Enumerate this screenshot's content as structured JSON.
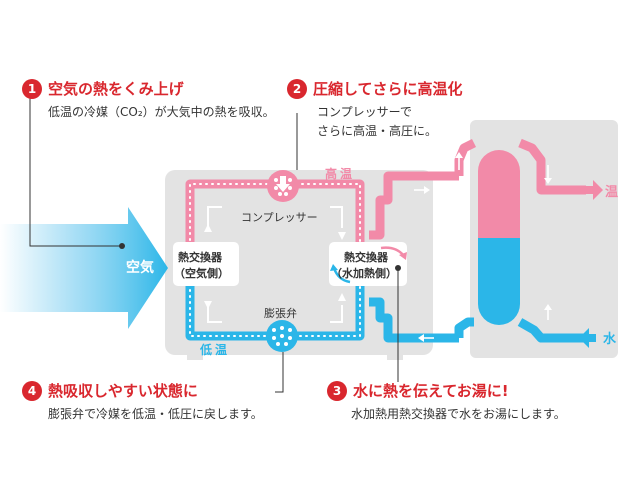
{
  "steps": [
    {
      "number": "1",
      "title": "空気の熱をくみ上げ",
      "desc": [
        "低温の冷媒（CO₂）が大気中の熱を吸収。"
      ]
    },
    {
      "number": "2",
      "title": "圧縮してさらに高温化",
      "desc": [
        "コンプレッサーで",
        "さらに高温・高圧に。"
      ]
    },
    {
      "number": "3",
      "title": "水に熱を伝えてお湯に!",
      "desc": [
        "水加熱用熱交換器で水をお湯にします。"
      ]
    },
    {
      "number": "4",
      "title": "熱吸収しやすい状態に",
      "desc": [
        "膨張弁で冷媒を低温・低圧に戻します。"
      ]
    }
  ],
  "labels": {
    "air": "空気",
    "high_temp": "高温",
    "low_temp": "低温",
    "compressor": "コンプレッサー",
    "expansion_valve": "膨張弁",
    "hx_air": [
      "熱交換器",
      "（空気側）"
    ],
    "hx_water": [
      "熱交換器",
      "（水加熱側）"
    ],
    "hot_out": "温",
    "water_in": "水"
  },
  "colors": {
    "accent_red": "#d9272e",
    "hot_pink": "#f28aa8",
    "cold_blue": "#2bb6e8",
    "unit_gray": "#e3e3e3",
    "air_blue": "#6ec9ef"
  }
}
